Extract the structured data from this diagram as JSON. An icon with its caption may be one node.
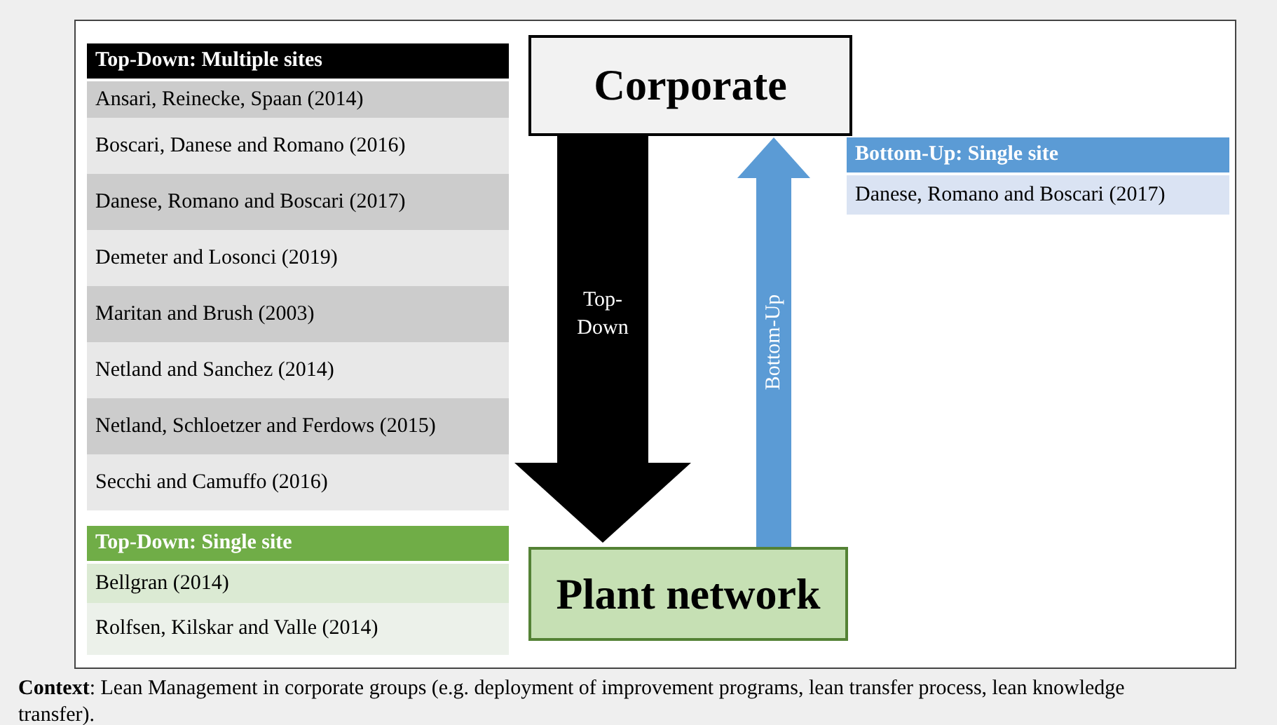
{
  "diagram": {
    "caption": "**Context**: Lean Management in corporate groups (e.g. deployment of improvement programs, lean transfer process, lean knowledge transfer).",
    "nodes": [
      {
        "text": [
          "Corporate"
        ]
      },
      {
        "text": [
          "Plant network"
        ]
      },
      {
        "text": [
          "Top-Down: Multiple sites",
          "Ansari, Reinecke, Spaan (2014)",
          "Boscari, Danese and Romano (2016)",
          "Danese, Romano and Boscari (2017)",
          "Demeter and Losonci (2019)",
          "Maritan and Brush (2003)",
          "Netland and Sanchez (2014)",
          "Netland, Schloetzer and Ferdows (2015)",
          "Secchi and Camuffo (2016)"
        ]
      },
      {
        "text": [
          "Top-Down: Single site",
          "Bellgran (2014)",
          "Rolfsen, Kilskar and Valle (2014)"
        ]
      },
      {
        "text": [
          "Bottom-Up: Single site",
          "Danese, Romano and Boscari (2017)"
        ]
      }
    ],
    "edges": [
      {
        "from": 0,
        "to": 1,
        "arrow": "to",
        "label": "Top-Down",
        "style": "thick",
        "color": "#000000"
      },
      {
        "from": 1,
        "to": 0,
        "arrow": "to",
        "label": "Bottom-Up",
        "color": "#5b9bd5"
      }
    ]
  }
}
